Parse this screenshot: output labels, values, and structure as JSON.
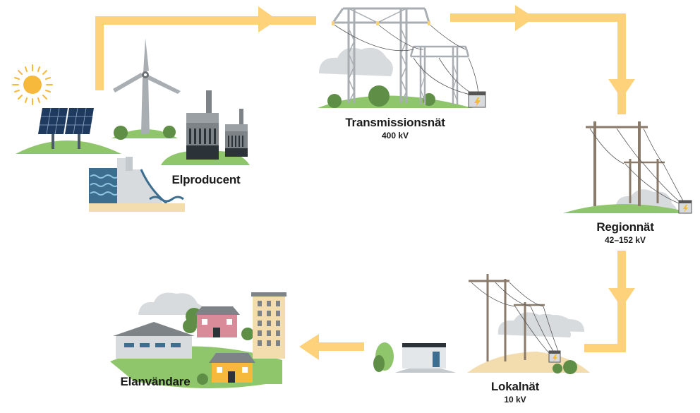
{
  "nodes": {
    "elproducent": {
      "title": "Elproducent"
    },
    "transmissionsnat": {
      "title": "Transmissionsnät",
      "voltage": "400 kV"
    },
    "regionnat": {
      "title": "Regionnät",
      "voltage": "42–152 kV"
    },
    "lokalnat": {
      "title": "Lokalnät",
      "voltage": "10 kV"
    },
    "elanvandare": {
      "title": "Elanvändare"
    }
  },
  "colors": {
    "arrow": "#fdd27a",
    "grass": "#8fc56b",
    "tower": "#a9aeb3",
    "wood_pole": "#8a7a6a",
    "cloud": "#d7dbde",
    "sun": "#f6b93b",
    "solar_panel": "#1f3a5f",
    "water": "#3d6d8f",
    "factory": "#7d8387",
    "sand": "#f3dcae"
  }
}
